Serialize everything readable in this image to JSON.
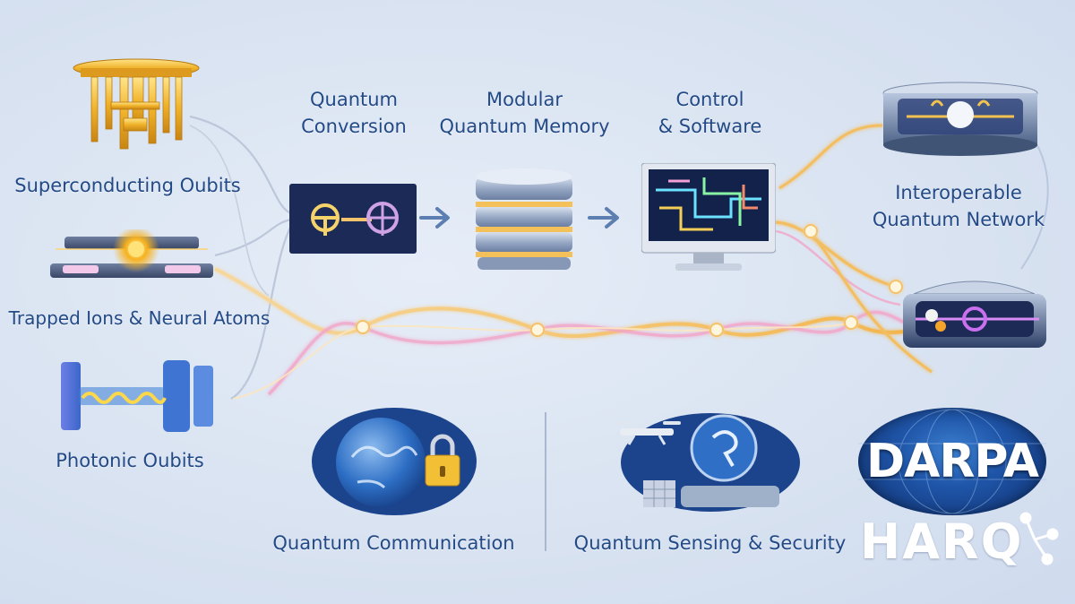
{
  "qubits": {
    "superconducting": "Superconducting Oubits",
    "trapped_ions": "Trapped Ions & Neural Atoms",
    "photonic": "Photonic Oubits"
  },
  "pipeline": {
    "conversion": [
      "Quantum",
      "Conversion"
    ],
    "memory": [
      "Modular",
      "Quantum Memory"
    ],
    "control": [
      "Control",
      "& Software"
    ]
  },
  "network": [
    "Interoperable",
    "Quantum Network"
  ],
  "applications": {
    "communication": "Quantum Communication",
    "sensing": "Quantum Sensing & Security"
  },
  "logos": {
    "darpa": "DARPA",
    "harq": "HARQ"
  },
  "colors": {
    "label_text": "#234a86",
    "navy_panel": "#1b2a57",
    "gold": "#f1b02c",
    "link_glow": "#f6c773",
    "link_pink": "#f2a5c8",
    "darpa_blue": "#1f55a8"
  }
}
